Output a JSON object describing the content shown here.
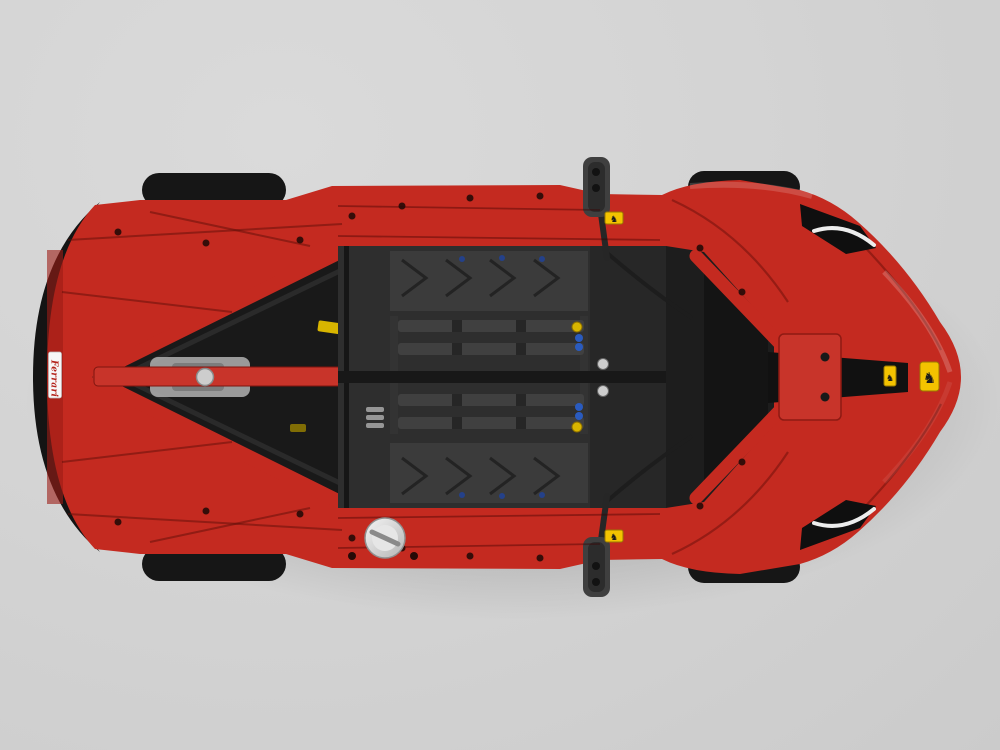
{
  "scene": {
    "subject": "Top-down 3D render of a red LEGO Technic Ferrari supercar model",
    "view": "top-down, rear at left, nose at right",
    "background": "#d4d4d4"
  },
  "colors": {
    "body_red": "#c42a20",
    "dark_red": "#8e1a13",
    "deep_red": "#9c1d15",
    "tire_black": "#161616",
    "engine_gray": "#2e2e2e",
    "panel_gray": "#3b3b3b",
    "cockpit_black": "#1d1d1d",
    "stripe_black": "#111111",
    "badge_yellow": "#f3c300",
    "chrome": "#ededed",
    "silver": "#cdcdcd",
    "mirror_gray": "#3f3f3f",
    "blue_pin": "#2a5bbf",
    "yellow_part": "#d8b500"
  },
  "rear_plate": {
    "text": "Ferrari",
    "text_color": "#b3231b",
    "bg": "#f7f7f7"
  },
  "icons": {
    "prancing_horse_glyph": "♞"
  },
  "badges": {
    "locations": [
      "top-sill",
      "bottom-sill",
      "hood-stripe",
      "nose"
    ]
  }
}
